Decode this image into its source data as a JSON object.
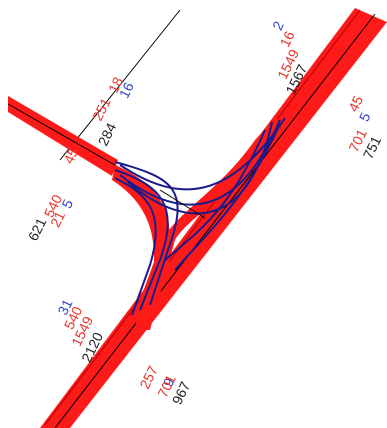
{
  "map": {
    "colors": {
      "road": "#ff1a1a",
      "road_edge": "#c00000",
      "turn_path": "#1a1a8c",
      "centerline": "#000000",
      "label_red": "#e8352b",
      "label_blue": "#3346c8",
      "label_black": "#222222"
    },
    "groups": {
      "top_left": {
        "blue": "16",
        "red_a": "18",
        "red_b": "251",
        "black": "284"
      },
      "left_upper": {
        "red": "45"
      },
      "left": {
        "red_a": "540",
        "blue": "5",
        "red_b": "21",
        "black": "621"
      },
      "top_right": {
        "blue": "2",
        "red_a": "16",
        "red_b": "1549",
        "black": "1567"
      },
      "right": {
        "red": "45",
        "blue": "5",
        "red_b": "701",
        "black": "751"
      },
      "bottom_left": {
        "blue": "31",
        "red_a": "540",
        "red_b": "1549",
        "black": "2120"
      },
      "bottom": {
        "red": "257",
        "blue": "9",
        "red_b": "701",
        "black": "967"
      }
    }
  }
}
